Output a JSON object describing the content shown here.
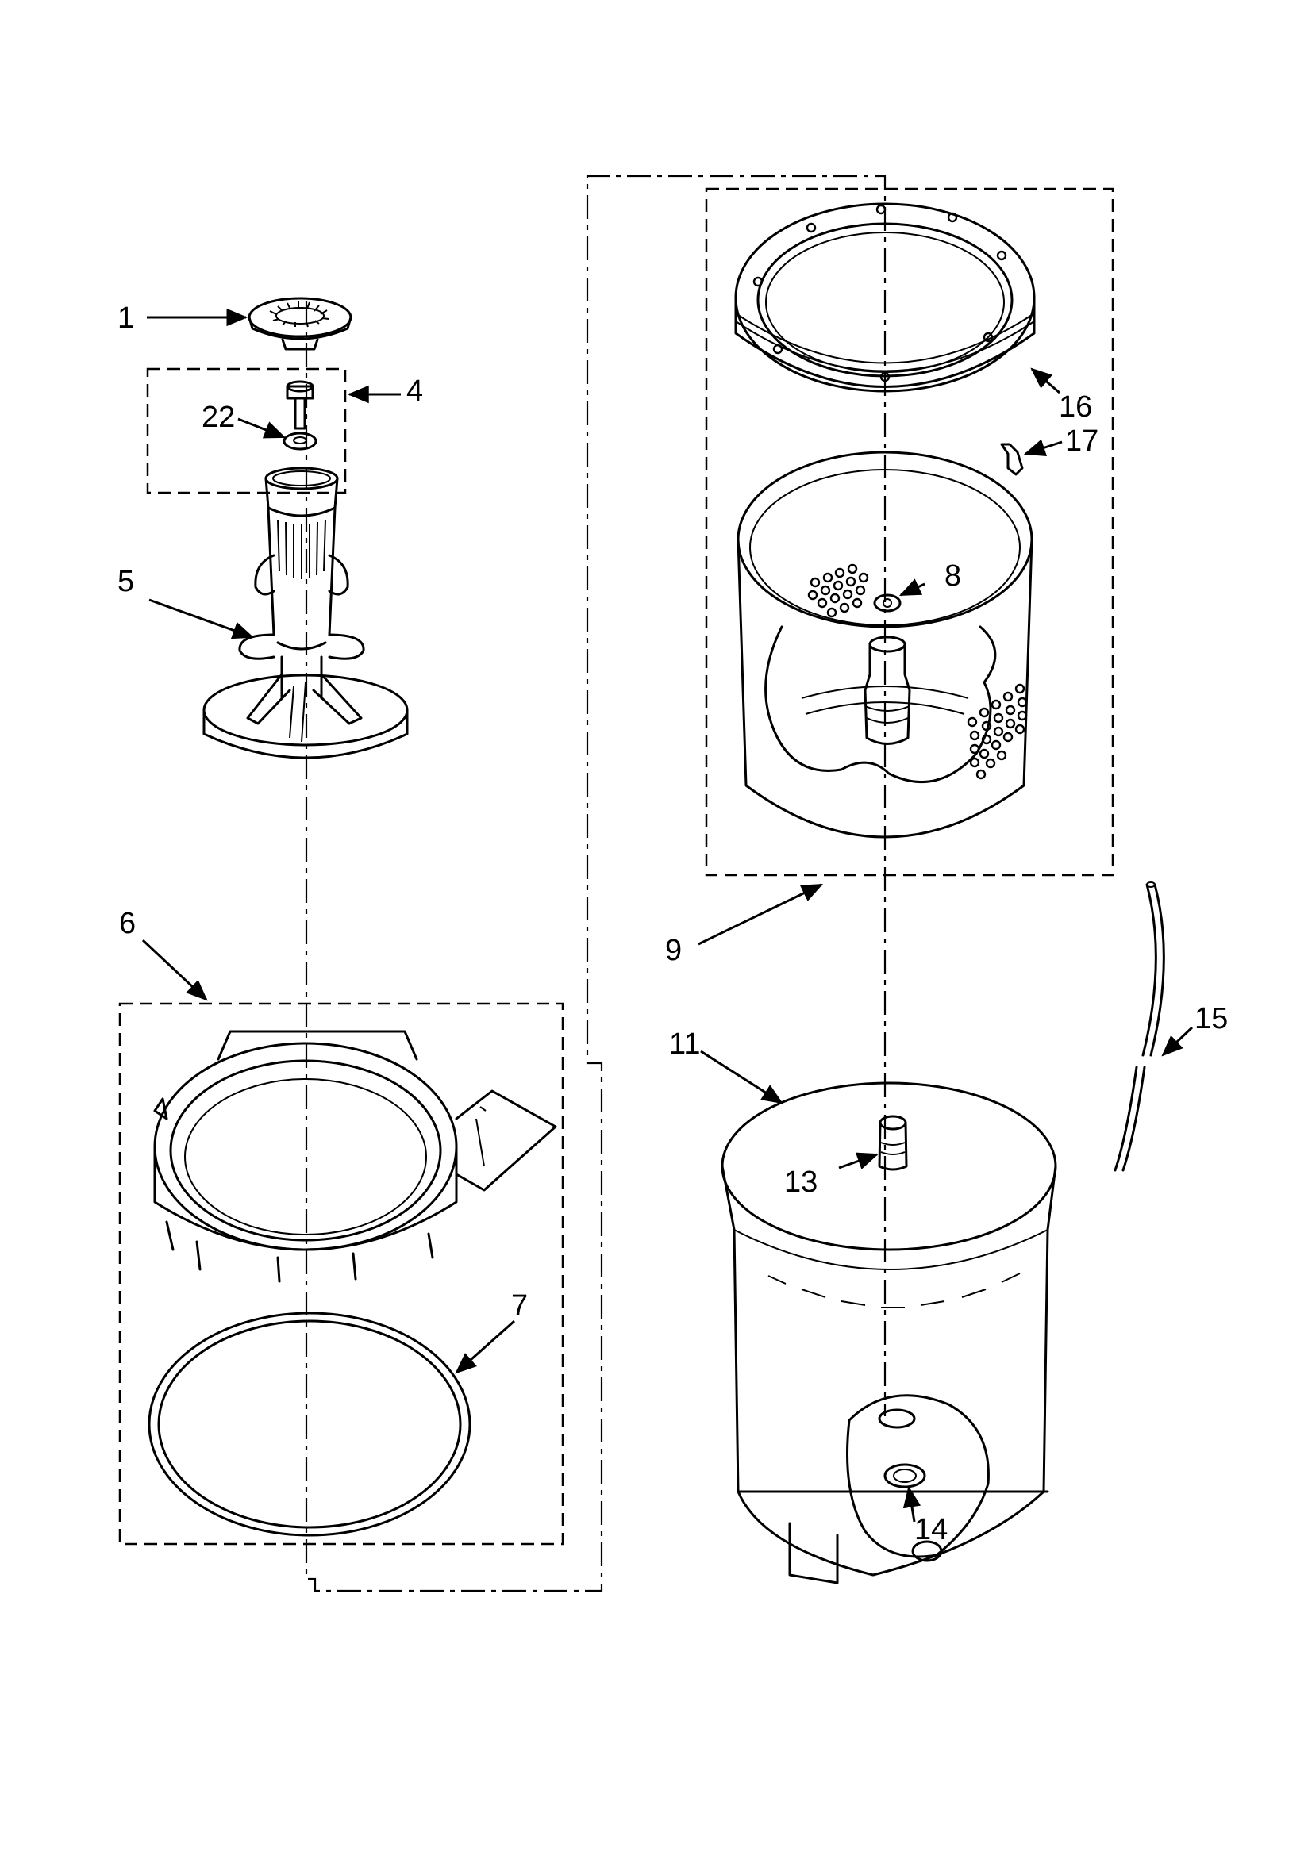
{
  "diagram": {
    "callouts": [
      {
        "id": "c1",
        "label": "1"
      },
      {
        "id": "c4",
        "label": "4"
      },
      {
        "id": "c22",
        "label": "22"
      },
      {
        "id": "c5",
        "label": "5"
      },
      {
        "id": "c6",
        "label": "6"
      },
      {
        "id": "c7",
        "label": "7"
      },
      {
        "id": "c8",
        "label": "8"
      },
      {
        "id": "c9",
        "label": "9"
      },
      {
        "id": "c11",
        "label": "11"
      },
      {
        "id": "c13",
        "label": "13"
      },
      {
        "id": "c14",
        "label": "14"
      },
      {
        "id": "c15",
        "label": "15"
      },
      {
        "id": "c16",
        "label": "16"
      },
      {
        "id": "c17",
        "label": "17"
      }
    ]
  }
}
